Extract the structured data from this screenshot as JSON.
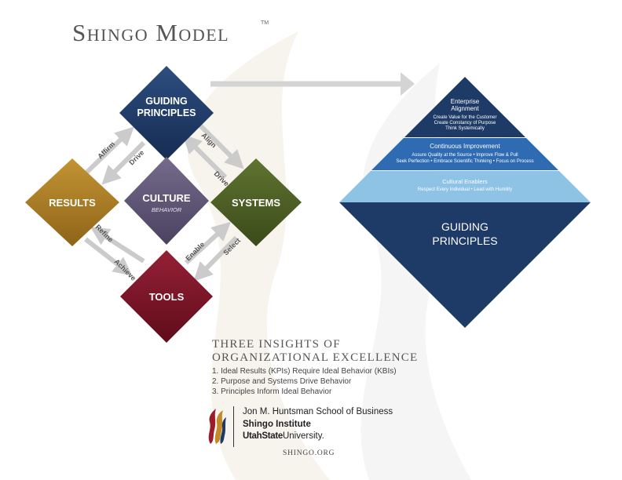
{
  "title": "Shingo Model",
  "trademark": "TM",
  "model": {
    "guiding": {
      "line1": "GUIDING",
      "line2": "PRINCIPLES"
    },
    "results": "RESULTS",
    "culture": "CULTURE",
    "behavior": "BEHAVIOR",
    "systems": "SYSTEMS",
    "tools": "TOOLS",
    "arrows": {
      "affirm": "Affirm",
      "drive_left": "Drive",
      "align": "Align",
      "drive_right": "Drive",
      "refine": "Refine",
      "achieve": "Achieve",
      "enable": "Enable",
      "select": "Select"
    },
    "colors": {
      "guiding": "#1e3a66",
      "results": "#a87a22",
      "culture": "#5d5472",
      "systems": "#4c5d24",
      "tools": "#7d1426",
      "arrow": "#cccccc"
    }
  },
  "pyramid": {
    "enterprise": {
      "title1": "Enterprise",
      "title2": "Alignment",
      "line1": "Create Value for the Customer",
      "line2": "Create Constancy of Purpose",
      "line3": "Think Systemically"
    },
    "continuous": {
      "title": "Continuous Improvement",
      "line1": "Assure Quality at the Source • Improve Flow & Pull",
      "line2": "Seek Perfection • Embrace Scientific Thinking • Focus on Process"
    },
    "cultural": {
      "title": "Cultural Enablers",
      "line1": "Respect Every Individual • Lead with Humility"
    },
    "guiding": {
      "line1": "GUIDING",
      "line2": "PRINCIPLES"
    },
    "colors": {
      "enterprise": "#1e3a66",
      "continuous": "#2e6bb3",
      "cultural": "#8ec3e6",
      "guiding": "#1e3a66"
    }
  },
  "insights": {
    "title_line1": "THREE INSIGHTS OF",
    "title_line2": "ORGANIZATIONAL EXCELLENCE",
    "items": [
      "1. Ideal Results (KPIs) Require Ideal Behavior (KBIs)",
      "2. Purpose and Systems Drive Behavior",
      "3. Principles Inform Ideal Behavior"
    ]
  },
  "logo": {
    "school": "Jon M. Huntsman School of Business",
    "institute": "Shingo Institute",
    "usu_bold": "UtahState",
    "usu_regular": "University."
  },
  "site": "SHINGO.ORG"
}
